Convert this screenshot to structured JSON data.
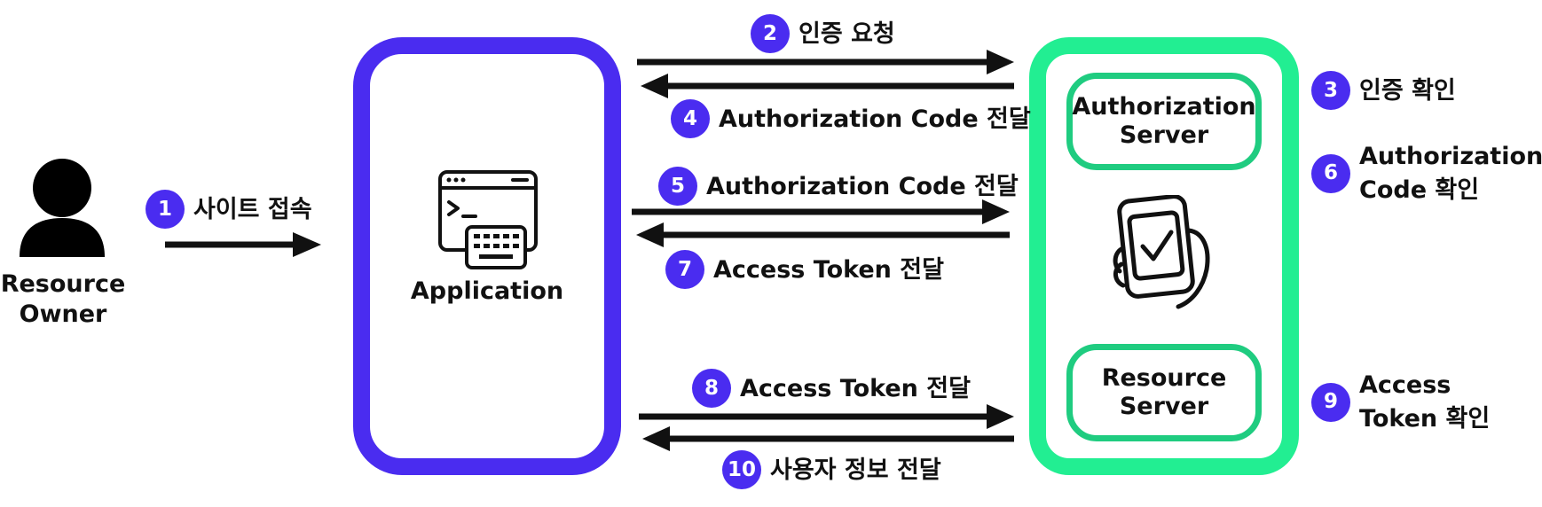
{
  "resource_owner": {
    "line1": "Resource",
    "line2": "Owner"
  },
  "application": {
    "label": "Application"
  },
  "auth_server": {
    "line1": "Authorization",
    "line2": "Server"
  },
  "resource_server": {
    "line1": "Resource",
    "line2": "Server"
  },
  "steps": {
    "s1": {
      "num": "1",
      "text": "사이트 접속"
    },
    "s2": {
      "num": "2",
      "text": "인증 요청"
    },
    "s3": {
      "num": "3",
      "text": "인증 확인"
    },
    "s4": {
      "num": "4",
      "text": "Authorization Code 전달"
    },
    "s5": {
      "num": "5",
      "text": "Authorization Code 전달"
    },
    "s6": {
      "num": "6",
      "line1": "Authorization",
      "line2": "Code 확인"
    },
    "s7": {
      "num": "7",
      "text": "Access Token 전달"
    },
    "s8": {
      "num": "8",
      "text": "Access Token 전달"
    },
    "s9": {
      "num": "9",
      "line1": "Access",
      "line2": "Token 확인"
    },
    "s10": {
      "num": "10",
      "text": "사용자 정보 전달"
    }
  },
  "colors": {
    "application_border": "#4a2cf0",
    "server_outer_border": "#22ee92",
    "server_inner_border": "#1fcc80",
    "badge": "#4a2cf0",
    "arrow": "#111111"
  },
  "icons": [
    "person-icon",
    "terminal-keyboard-icon",
    "phone-check-icon",
    "arrow-right-icon",
    "arrow-left-icon"
  ]
}
